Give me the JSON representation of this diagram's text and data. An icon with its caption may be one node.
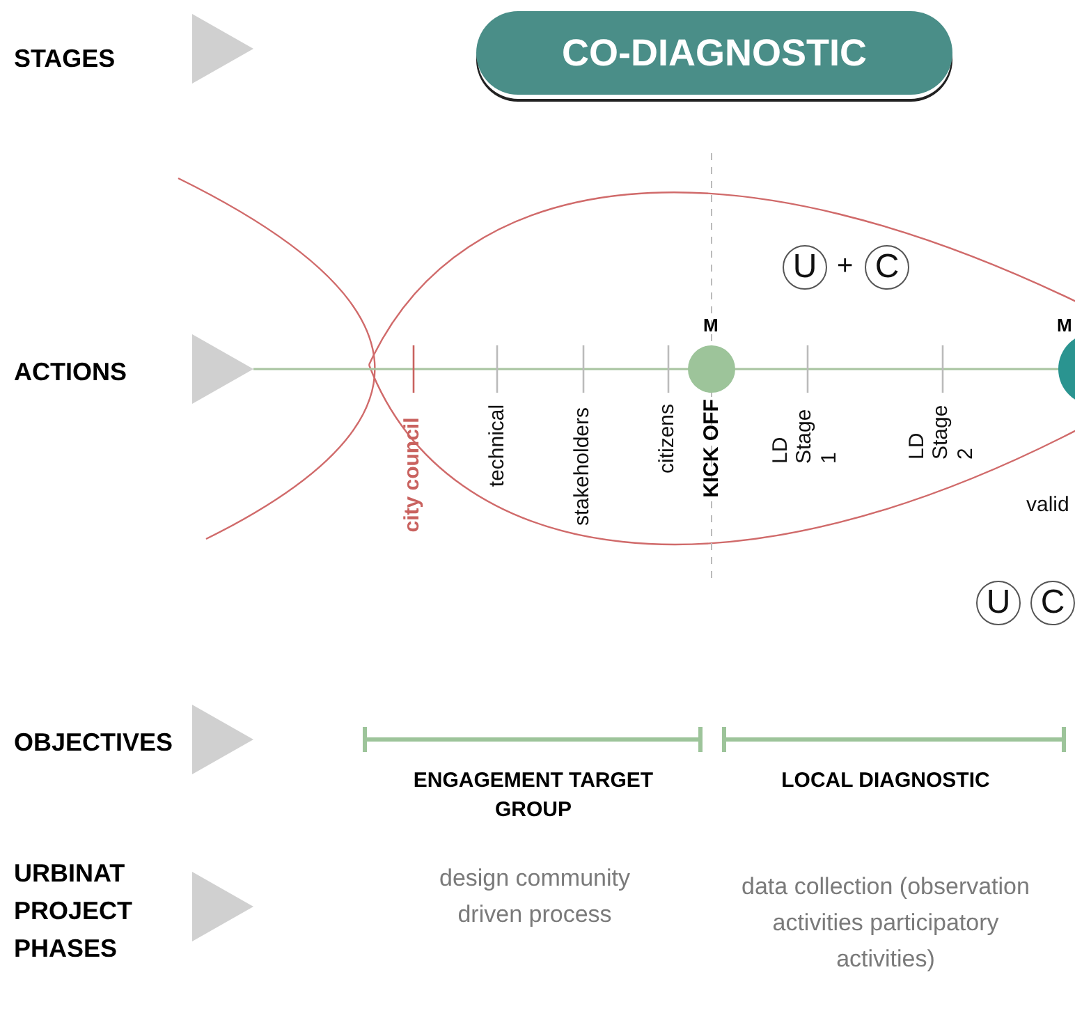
{
  "diagram": {
    "nodes": [
      {
        "text": [
          "CO-DIAGNOSTIC"
        ]
      },
      {
        "text": [
          "U"
        ]
      },
      {
        "text": [
          "C"
        ]
      },
      {
        "text": [
          "M",
          "KICK OFF"
        ]
      },
      {
        "text": [
          "M"
        ]
      },
      {
        "text": [
          "U"
        ]
      },
      {
        "text": [
          "C"
        ]
      }
    ],
    "labels": [
      "STAGES",
      "ACTIONS",
      "+",
      "city council",
      "technical",
      "stakeholders",
      "citizens",
      "LD Stage 1",
      "LD Stage 2",
      "valid",
      "OBJECTIVES",
      "ENGAGEMENT TARGET GROUP",
      "LOCAL DIAGNOSTIC",
      "URBINAT PROJECT PHASES",
      "design community driven process",
      "data collection (observation activities participatory activities)"
    ]
  }
}
